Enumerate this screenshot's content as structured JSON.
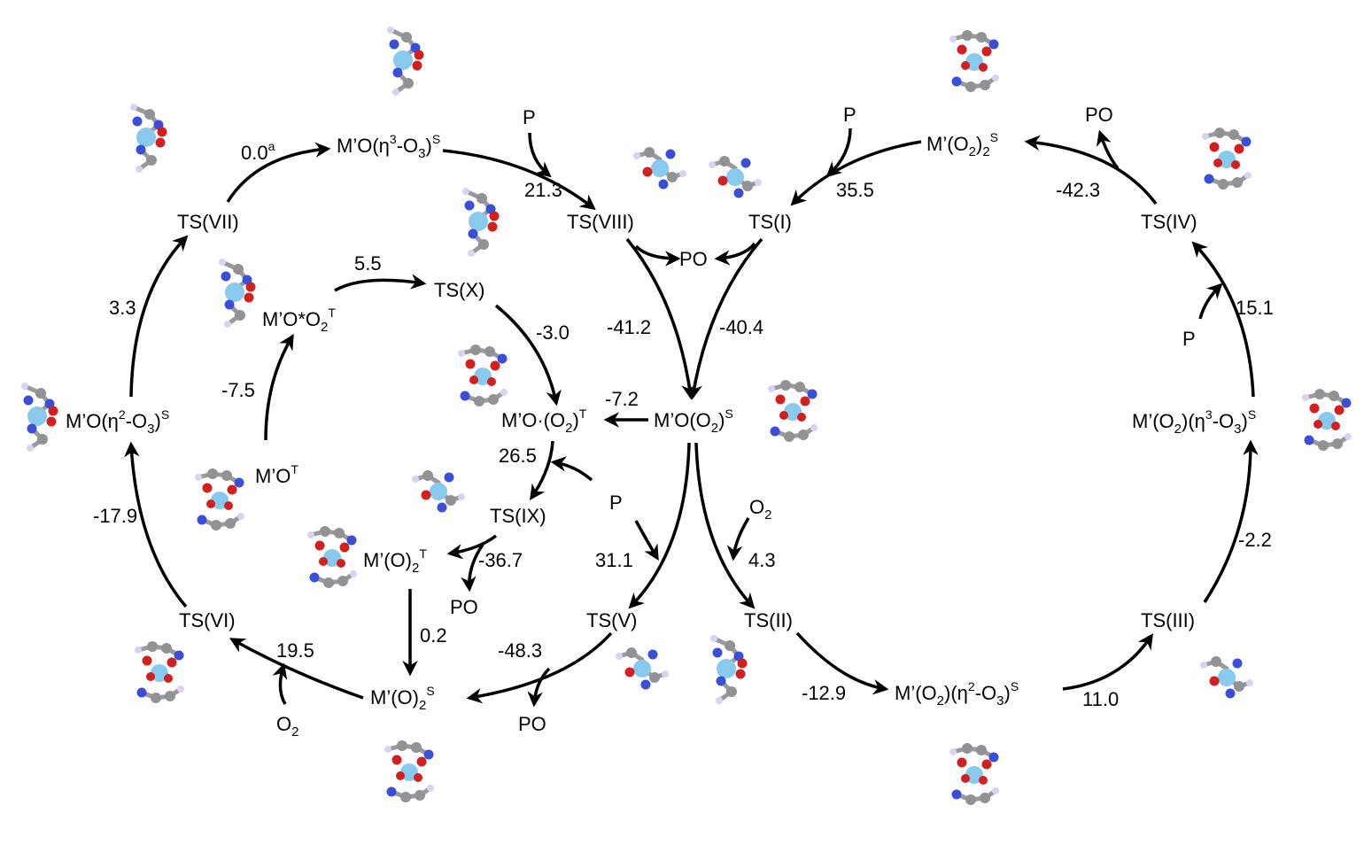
{
  "colors": {
    "metal": "#88c9ee",
    "carbon": "#909296",
    "nitrogen": "#3a4fd8",
    "oxygen": "#d21f1f",
    "hydrogen": "#d9d2f2",
    "line": "#000000"
  },
  "nodes": {
    "mo_eta3_o3_s": {
      "base": "M’O(η",
      "sup1": "3",
      "mid": "-O",
      "sub1": "3",
      "close": ")",
      "sup2": "S"
    },
    "ts_vii": "TS(VII)",
    "ts_viii": "TS(VIII)",
    "ts_i": "TS(I)",
    "m_o2_2_s": {
      "base": "M’(O",
      "sub1": "2",
      "close": ")",
      "sub2": "2",
      "sup": "S"
    },
    "ts_iv": "TS(IV)",
    "ts_x": "TS(X)",
    "mo_star_o2_t": {
      "base": "M’O*O",
      "sub": "2",
      "sup": "T"
    },
    "mo_eta2_o3_s": {
      "base": "M’O(η",
      "sup1": "2",
      "mid": "-O",
      "sub1": "3",
      "close": ")",
      "sup2": "S"
    },
    "mo_dot_o2_t": {
      "base": "M’O·(O",
      "sub": "2",
      "close": ")",
      "sup": "T"
    },
    "mo_o2_s": {
      "base": "M’O(O",
      "sub": "2",
      "close": ")",
      "sup": "S"
    },
    "m_o2_eta3_o3_s": {
      "base": "M’(O",
      "sub1": "2",
      "mid": ")(η",
      "sup1": "3",
      "mid2": "-O",
      "sub2": "3",
      "close": ")",
      "sup2": "S"
    },
    "mo_t": {
      "base": "M’O",
      "sup": "T"
    },
    "ts_ix": "TS(IX)",
    "m_o_2_t": {
      "base": "M’(O)",
      "sub": "2",
      "sup": "T"
    },
    "ts_vi": "TS(VI)",
    "ts_v": "TS(V)",
    "ts_ii": "TS(II)",
    "ts_iii": "TS(III)",
    "m_o_2_s": {
      "base": "M’(O)",
      "sub": "2",
      "sup": "S"
    },
    "m_o2_eta2_o3_s": {
      "base": "M’(O",
      "sub1": "2",
      "mid": ")(η",
      "sup1": "2",
      "mid2": "-O",
      "sub2": "3",
      "close": ")",
      "sup2": "S"
    }
  },
  "energies": {
    "e_0_0": {
      "value": "0.0",
      "sup": "a"
    },
    "e_21_3": "21.3",
    "e_35_5": "35.5",
    "e_m42_3": "-42.3",
    "e_5_5": "5.5",
    "e_3_3": "3.3",
    "e_m41_2": "-41.2",
    "e_m40_4": "-40.4",
    "e_m3_0": "-3.0",
    "e_15_1": "15.1",
    "e_m7_5": "-7.5",
    "e_m7_2": "-7.2",
    "e_26_5": "26.5",
    "e_m17_9": "-17.9",
    "e_31_1": "31.1",
    "e_4_3": "4.3",
    "e_m36_7": "-36.7",
    "e_m2_2": "-2.2",
    "e_0_2": "0.2",
    "e_19_5": "19.5",
    "e_m48_3": "-48.3",
    "e_m12_9": "-12.9",
    "e_11_0": "11.0"
  },
  "species": {
    "p_top_mid": "P",
    "p_top_right": "P",
    "po_top_right": "PO",
    "po_center": "PO",
    "p_right": "P",
    "p_center": "P",
    "o2_center": {
      "base": "O",
      "sub": "2"
    },
    "po_ix": "PO",
    "po_bottom": "PO",
    "o2_bottom": {
      "base": "O",
      "sub": "2"
    }
  }
}
